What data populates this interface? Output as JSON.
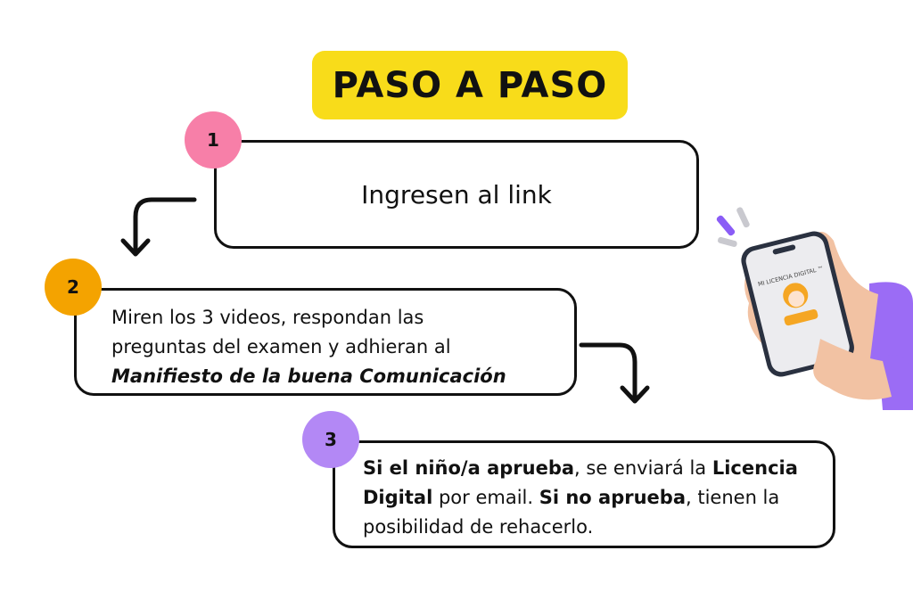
{
  "title": "PASO A PASO",
  "steps": [
    {
      "number": "1",
      "text": "Ingresen al link",
      "color": "#f77fa8"
    },
    {
      "number": "2",
      "line1": "Miren los 3 videos, respondan las",
      "line2": "preguntas del examen y adhieran al",
      "line3": "Manifiesto de la buena Comunicación",
      "color": "#f4a300"
    },
    {
      "number": "3",
      "b1": "Si el niño/a aprueba",
      "t1": ", se enviará la ",
      "b2": "Licencia",
      "b3": "Digital",
      "t2": " por email. ",
      "b4": "Si no aprueba",
      "t3": ", tienen la",
      "t4": "posibilidad de rehacerlo.",
      "color": "#b388f5"
    }
  ],
  "phone": {
    "app_name": "MI LICENCIA DIGITAL ™"
  }
}
